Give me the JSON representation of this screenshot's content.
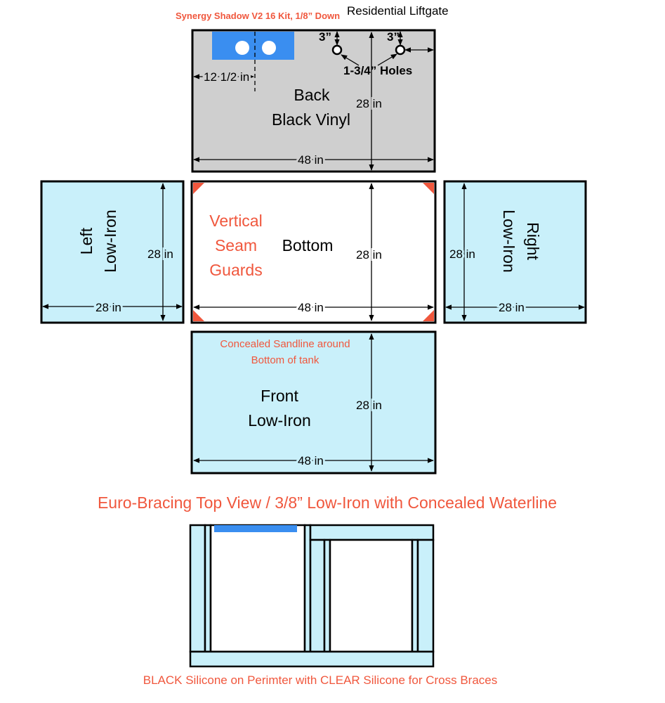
{
  "header": {
    "kit_note": "Synergy Shadow V2 16 Kit, 1/8” Down",
    "liftgate": "Residential Liftgate"
  },
  "back": {
    "title_line1": "Back",
    "title_line2": "Black Vinyl",
    "width": "48 in",
    "height": "28 in",
    "offset": "12 1/2 in",
    "hole_offset_1": "3”",
    "hole_offset_2": "3”",
    "holes": "1-3/4” Holes"
  },
  "left": {
    "title_line1": "Left",
    "title_line2": "Low-Iron",
    "width": "28 in",
    "height": "28 in"
  },
  "bottom": {
    "title": "Bottom",
    "guards_line1": "Vertical",
    "guards_line2": "Seam",
    "guards_line3": "Guards",
    "width": "48 in",
    "height": "28 in"
  },
  "right": {
    "title_line1": "Right",
    "title_line2": "Low-Iron",
    "width": "28 in",
    "height": "28 in"
  },
  "front": {
    "note_line1": "Concealed Sandline around",
    "note_line2": "Bottom of tank",
    "title_line1": "Front",
    "title_line2": "Low-Iron",
    "width": "48 in",
    "height": "28 in"
  },
  "bracing": {
    "title": "Euro-Bracing Top View / 3/8” Low-Iron with Concealed Waterline",
    "caption": "BLACK Silicone on Perimter with CLEAR Silicone for Cross Braces"
  },
  "colors": {
    "glass": "#c9f0fa",
    "vinyl": "#cfcfcf",
    "accent": "#f0573d",
    "overflow": "#3a8ef0"
  }
}
